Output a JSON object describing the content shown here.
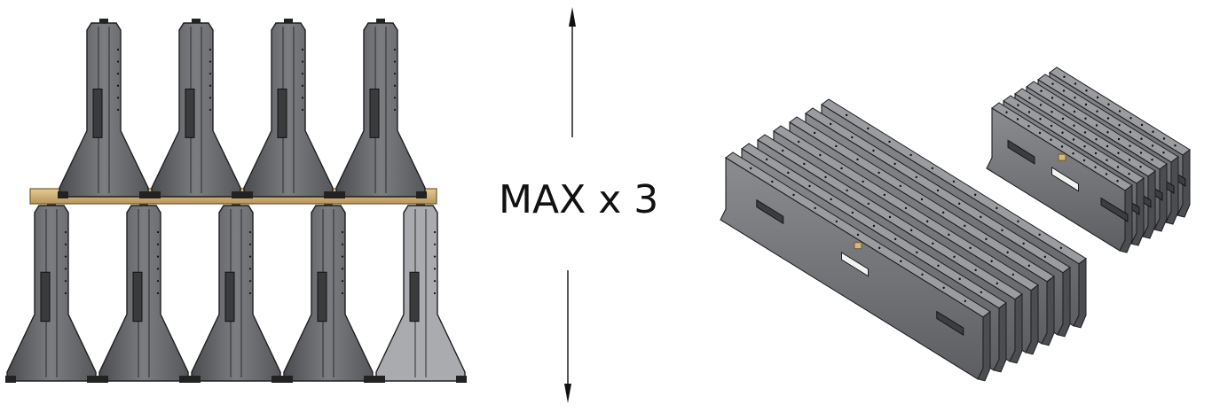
{
  "annotation": {
    "text": "MAX x 3"
  },
  "colors": {
    "barrier_dark": "#5b5d60",
    "barrier_mid": "#7d7f83",
    "barrier_light": "#a9abae",
    "barrier_edge": "#1e1f21",
    "plank": "#d6b87c",
    "plank_edge": "#6e5a31",
    "arrow": "#111111"
  },
  "diagram": {
    "top_tier_count": 4,
    "bottom_tier_count": 5,
    "large_stack_rows": 7,
    "small_stack_rows": 6
  }
}
